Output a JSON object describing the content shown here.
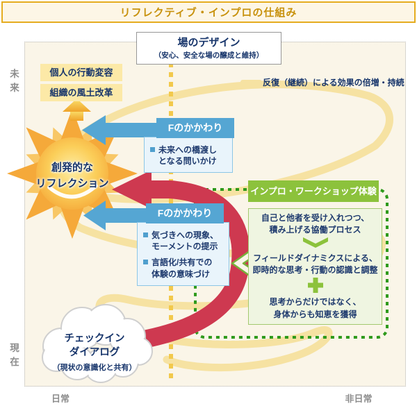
{
  "title": "リフレクティブ・インプロの仕組み",
  "colors": {
    "banner_gold": "#c8920e",
    "navy_text": "#17356b",
    "blue_accent": "#55a6d3",
    "light_blue_bg": "#e9f4fb",
    "green_accent": "#8cc23c",
    "dark_green_dotted": "#2e9a1c",
    "light_green_bg": "#eff5e1",
    "red_arrow": "#ce3950",
    "yellow_box_bg": "#fce9a7",
    "spiral_yellow": "#f6e2a2",
    "gray_label": "#8d8d8d"
  },
  "field_design": {
    "title": "場のデザイン",
    "subtitle": "（安心、安全な場の醸成と維持）"
  },
  "axes": {
    "future": "未来",
    "present": "現在",
    "daily": "日常",
    "non_daily": "非日常"
  },
  "outcomes": {
    "personal": "個人の行動変容",
    "organizational": "組織の風土改革"
  },
  "legend": {
    "repetition": "反復（継続）による効果の倍増・持続"
  },
  "sun": {
    "label": "創発的な\nリフレクション"
  },
  "f_top": {
    "title": "Fのかかわり",
    "bullets": [
      "未来への橋渡し\nとなる問いかけ"
    ]
  },
  "f_mid": {
    "title": "Fのかかわり",
    "bullets": [
      "気づきへの現象、\nモーメントの提示",
      "言語化/共有での\n体験の意味づけ"
    ]
  },
  "workshop": {
    "title": "インプロ・ワークショップ体験",
    "steps": [
      "自己と他者を受け入れつつ、\n積み上げる協働プロセス",
      "フィールドダイナミクスによる、\n即時的な思考・行動の認識と調整",
      "思考からだけではなく、\n身体からも知恵を獲得"
    ]
  },
  "checkin": {
    "title": "チェックイン\nダイアログ",
    "subtitle": "（現状の意識化と共有）"
  }
}
